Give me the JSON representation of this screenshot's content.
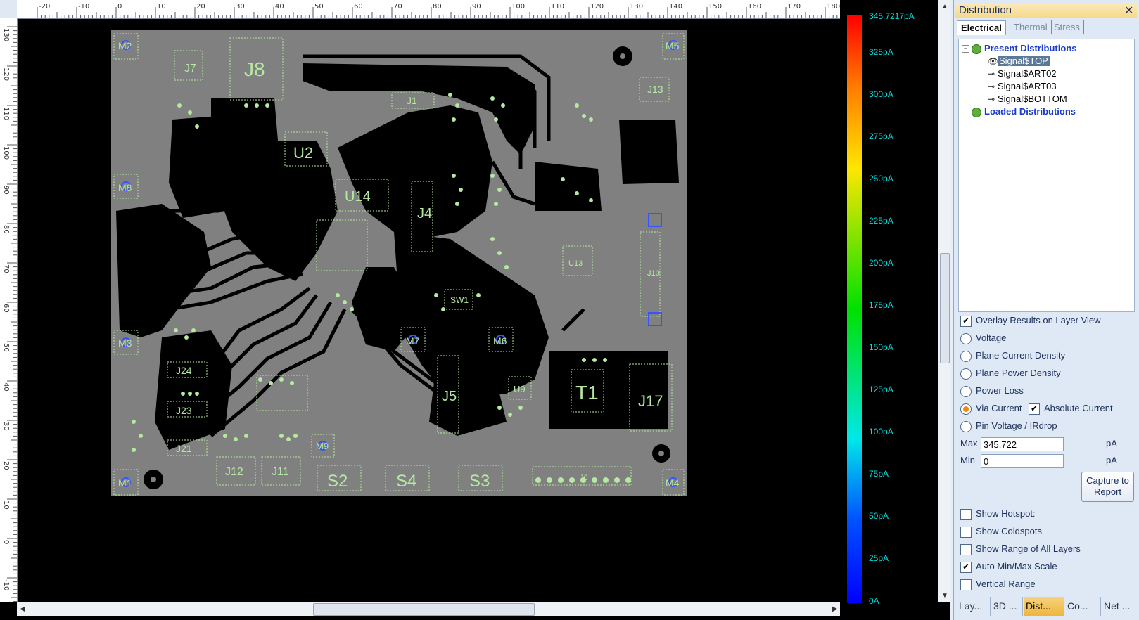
{
  "ruler": {
    "top_ticks": [
      "-20",
      "-10",
      "0",
      "10",
      "20",
      "30",
      "40",
      "50",
      "60",
      "70",
      "80",
      "90",
      "100",
      "110",
      "120",
      "130",
      "140",
      "150",
      "160",
      "170",
      "180"
    ],
    "left_ticks": [
      "130",
      "120",
      "110",
      "100",
      "90",
      "80",
      "70",
      "60",
      "50",
      "40",
      "30",
      "20",
      "10",
      "0",
      "-10"
    ]
  },
  "pcb": {
    "designators": [
      "M2",
      "M5",
      "J8",
      "J7",
      "J13",
      "J1",
      "U2",
      "U14",
      "M8",
      "J4",
      "U13",
      "J10",
      "SW1",
      "M3",
      "M7",
      "M6",
      "J24",
      "J5",
      "U9",
      "T1",
      "J17",
      "J23",
      "J21",
      "M9",
      "J12",
      "J11",
      "S2",
      "S4",
      "S3",
      "M1",
      "M4",
      "J6"
    ]
  },
  "legend": {
    "labels": [
      "345.7217pA",
      "325pA",
      "300pA",
      "275pA",
      "250pA",
      "225pA",
      "200pA",
      "175pA",
      "150pA",
      "125pA",
      "100pA",
      "75pA",
      "50pA",
      "25pA",
      "0A"
    ],
    "top_color": "#ff0000",
    "bottom_color": "#0000ff",
    "label_color": "#00e0e0"
  },
  "panel": {
    "title": "Distribution",
    "close_icon": "close-icon",
    "tabs": [
      "Electrical",
      "Thermal",
      "Stress"
    ],
    "tree": {
      "present": "Present Distributions",
      "items": [
        "Signal$TOP",
        "Signal$ART02",
        "Signal$ART03",
        "Signal$BOTTOM"
      ],
      "loaded": "Loaded Distributions"
    },
    "overlay": "Overlay Results on Layer View",
    "modes": [
      "Voltage",
      "Plane Current Density",
      "Plane Power Density",
      "Power Loss",
      "Via Current",
      "Pin Voltage / IRdrop"
    ],
    "absolute": "Absolute Current",
    "max_label": "Max",
    "min_label": "Min",
    "max_value": "345.722",
    "min_value": "0",
    "unit": "pA",
    "capture": [
      "Capture to",
      "Report"
    ],
    "checks": [
      "Show Hotspot:",
      "Show Coldspots",
      "Show Range of All Layers",
      "Auto Min/Max Scale",
      "Vertical Range"
    ],
    "bottom_tabs": [
      "Lay...",
      "3D ...",
      "Dist...",
      "Co...",
      "Net ..."
    ]
  }
}
